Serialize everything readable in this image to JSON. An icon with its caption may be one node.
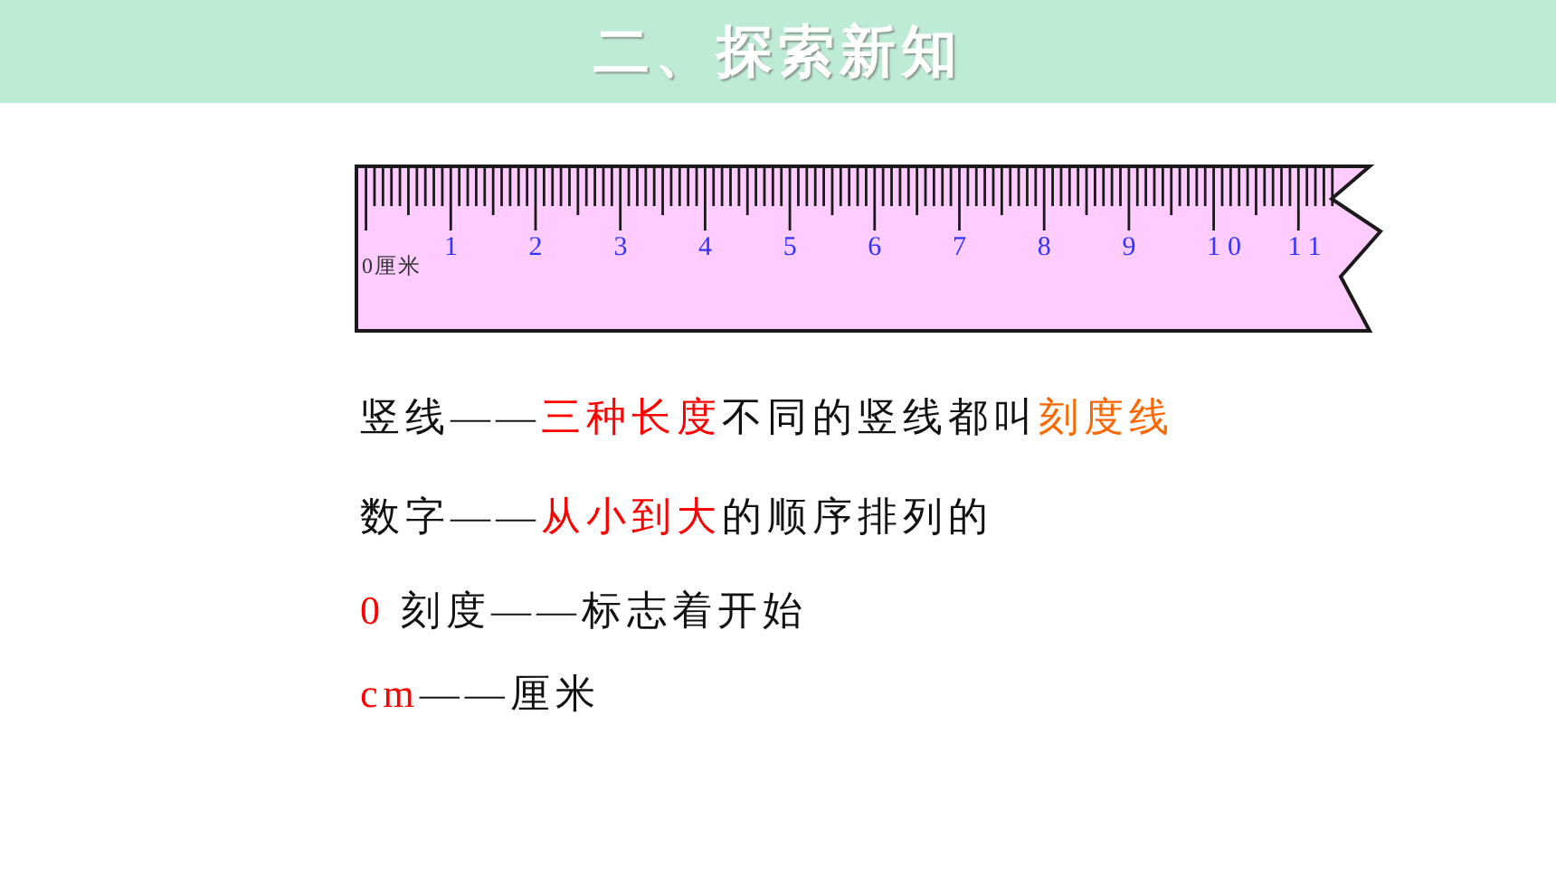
{
  "diagram": {
    "title": "二、探索新知",
    "labels": [
      "0厘米",
      "1",
      "2",
      "3",
      "4",
      "5",
      "6",
      "7",
      "8",
      "9",
      "10",
      "11",
      "竖线——三种长度不同的竖线都叫刻度线",
      "数字——从小到大的顺序排列的",
      "0 刻度——标志着开始",
      "cm——厘米"
    ]
  }
}
